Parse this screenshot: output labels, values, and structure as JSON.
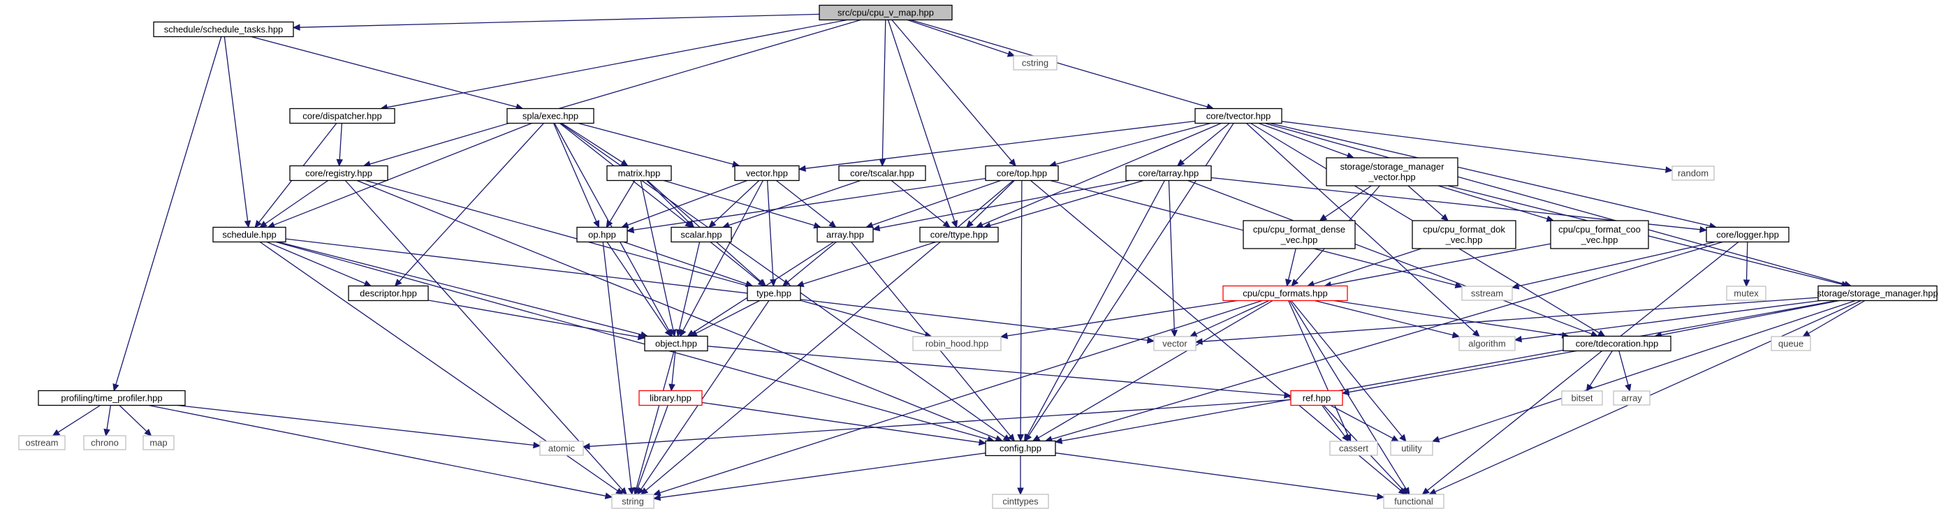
{
  "graph": {
    "nodes": [
      {
        "id": "root",
        "label": "src/cpu/cpu_v_map.hpp",
        "kind": "root"
      },
      {
        "id": "schedule_tasks",
        "label": "schedule/schedule_tasks.hpp",
        "kind": "header"
      },
      {
        "id": "cstring",
        "label": "cstring",
        "kind": "system"
      },
      {
        "id": "tvector",
        "label": "core/tvector.hpp",
        "kind": "header"
      },
      {
        "id": "dispatcher",
        "label": "core/dispatcher.hpp",
        "kind": "header"
      },
      {
        "id": "exec",
        "label": "spla/exec.hpp",
        "kind": "header"
      },
      {
        "id": "registry",
        "label": "core/registry.hpp",
        "kind": "header"
      },
      {
        "id": "matrix",
        "label": "matrix.hpp",
        "kind": "header"
      },
      {
        "id": "vector_hpp",
        "label": "vector.hpp",
        "kind": "header"
      },
      {
        "id": "tscalar",
        "label": "core/tscalar.hpp",
        "kind": "header"
      },
      {
        "id": "top",
        "label": "core/top.hpp",
        "kind": "header"
      },
      {
        "id": "tarray",
        "label": "core/tarray.hpp",
        "kind": "header"
      },
      {
        "id": "storage_manager_vector",
        "label": "storage/storage_manager\n_vector.hpp",
        "kind": "header"
      },
      {
        "id": "random",
        "label": "random",
        "kind": "system"
      },
      {
        "id": "schedule",
        "label": "schedule.hpp",
        "kind": "header"
      },
      {
        "id": "op",
        "label": "op.hpp",
        "kind": "header"
      },
      {
        "id": "scalar",
        "label": "scalar.hpp",
        "kind": "header"
      },
      {
        "id": "array",
        "label": "array.hpp",
        "kind": "header"
      },
      {
        "id": "ttype",
        "label": "core/ttype.hpp",
        "kind": "header"
      },
      {
        "id": "dense_vec",
        "label": "cpu/cpu_format_dense\n_vec.hpp",
        "kind": "header"
      },
      {
        "id": "dok_vec",
        "label": "cpu/cpu_format_dok\n_vec.hpp",
        "kind": "header"
      },
      {
        "id": "coo_vec",
        "label": "cpu/cpu_format_coo\n_vec.hpp",
        "kind": "header"
      },
      {
        "id": "logger",
        "label": "core/logger.hpp",
        "kind": "header"
      },
      {
        "id": "descriptor",
        "label": "descriptor.hpp",
        "kind": "header"
      },
      {
        "id": "type",
        "label": "type.hpp",
        "kind": "header"
      },
      {
        "id": "cpu_formats",
        "label": "cpu/cpu_formats.hpp",
        "kind": "red"
      },
      {
        "id": "sstream",
        "label": "sstream",
        "kind": "system"
      },
      {
        "id": "mutex",
        "label": "mutex",
        "kind": "system"
      },
      {
        "id": "storage_manager",
        "label": "storage/storage_manager.hpp",
        "kind": "header"
      },
      {
        "id": "object",
        "label": "object.hpp",
        "kind": "header"
      },
      {
        "id": "robin_hood",
        "label": "robin_hood.hpp",
        "kind": "system"
      },
      {
        "id": "vector_sys",
        "label": "vector",
        "kind": "system"
      },
      {
        "id": "algorithm",
        "label": "algorithm",
        "kind": "system"
      },
      {
        "id": "tdecoration",
        "label": "core/tdecoration.hpp",
        "kind": "header"
      },
      {
        "id": "queue",
        "label": "queue",
        "kind": "system"
      },
      {
        "id": "time_profiler",
        "label": "profiling/time_profiler.hpp",
        "kind": "header"
      },
      {
        "id": "library",
        "label": "library.hpp",
        "kind": "red"
      },
      {
        "id": "ref",
        "label": "ref.hpp",
        "kind": "red"
      },
      {
        "id": "bitset",
        "label": "bitset",
        "kind": "system"
      },
      {
        "id": "array_sys",
        "label": "array",
        "kind": "system"
      },
      {
        "id": "ostream",
        "label": "ostream",
        "kind": "system"
      },
      {
        "id": "chrono",
        "label": "chrono",
        "kind": "system"
      },
      {
        "id": "map",
        "label": "map",
        "kind": "system"
      },
      {
        "id": "atomic",
        "label": "atomic",
        "kind": "system"
      },
      {
        "id": "config",
        "label": "config.hpp",
        "kind": "header"
      },
      {
        "id": "cassert",
        "label": "cassert",
        "kind": "system"
      },
      {
        "id": "utility",
        "label": "utility",
        "kind": "system"
      },
      {
        "id": "string",
        "label": "string",
        "kind": "system"
      },
      {
        "id": "cinttypes",
        "label": "cinttypes",
        "kind": "system"
      },
      {
        "id": "functional",
        "label": "functional",
        "kind": "system"
      }
    ],
    "edges": [
      [
        "root",
        "schedule_tasks"
      ],
      [
        "root",
        "cstring"
      ],
      [
        "root",
        "tvector"
      ],
      [
        "root",
        "dispatcher"
      ],
      [
        "root",
        "registry"
      ],
      [
        "root",
        "tscalar"
      ],
      [
        "root",
        "ttype"
      ],
      [
        "root",
        "top"
      ],
      [
        "schedule_tasks",
        "exec"
      ],
      [
        "schedule_tasks",
        "schedule"
      ],
      [
        "schedule_tasks",
        "time_profiler"
      ],
      [
        "dispatcher",
        "registry"
      ],
      [
        "dispatcher",
        "schedule"
      ],
      [
        "exec",
        "schedule"
      ],
      [
        "exec",
        "matrix"
      ],
      [
        "exec",
        "vector_hpp"
      ],
      [
        "exec",
        "op"
      ],
      [
        "exec",
        "scalar"
      ],
      [
        "exec",
        "object"
      ],
      [
        "exec",
        "descriptor"
      ],
      [
        "exec",
        "config"
      ],
      [
        "registry",
        "schedule"
      ],
      [
        "registry",
        "string"
      ],
      [
        "registry",
        "robin_hood"
      ],
      [
        "registry",
        "config"
      ],
      [
        "matrix",
        "op"
      ],
      [
        "matrix",
        "scalar"
      ],
      [
        "matrix",
        "array"
      ],
      [
        "matrix",
        "type"
      ],
      [
        "matrix",
        "object"
      ],
      [
        "vector_hpp",
        "op"
      ],
      [
        "vector_hpp",
        "scalar"
      ],
      [
        "vector_hpp",
        "array"
      ],
      [
        "vector_hpp",
        "type"
      ],
      [
        "vector_hpp",
        "object"
      ],
      [
        "tscalar",
        "scalar"
      ],
      [
        "tscalar",
        "ttype"
      ],
      [
        "tvector",
        "vector_hpp"
      ],
      [
        "tvector",
        "top"
      ],
      [
        "tvector",
        "tarray"
      ],
      [
        "tvector",
        "storage_manager_vector"
      ],
      [
        "tvector",
        "random"
      ],
      [
        "tvector",
        "logger"
      ],
      [
        "tvector",
        "storage_manager"
      ],
      [
        "tvector",
        "tdecoration"
      ],
      [
        "tvector",
        "ttype"
      ],
      [
        "tvector",
        "algorithm"
      ],
      [
        "tvector",
        "config"
      ],
      [
        "top",
        "op"
      ],
      [
        "top",
        "ttype"
      ],
      [
        "top",
        "array"
      ],
      [
        "top",
        "config"
      ],
      [
        "top",
        "string"
      ],
      [
        "top",
        "functional"
      ],
      [
        "top",
        "sstream"
      ],
      [
        "tarray",
        "array"
      ],
      [
        "tarray",
        "ttype"
      ],
      [
        "tarray",
        "logger"
      ],
      [
        "tarray",
        "vector_sys"
      ],
      [
        "tarray",
        "tdecoration"
      ],
      [
        "tarray",
        "config"
      ],
      [
        "storage_manager_vector",
        "dense_vec"
      ],
      [
        "storage_manager_vector",
        "dok_vec"
      ],
      [
        "storage_manager_vector",
        "coo_vec"
      ],
      [
        "storage_manager_vector",
        "cpu_formats"
      ],
      [
        "storage_manager_vector",
        "storage_manager"
      ],
      [
        "schedule",
        "descriptor"
      ],
      [
        "schedule",
        "object"
      ],
      [
        "schedule",
        "vector_sys"
      ],
      [
        "schedule",
        "string"
      ],
      [
        "schedule",
        "config"
      ],
      [
        "op",
        "object"
      ],
      [
        "op",
        "type"
      ],
      [
        "op",
        "string"
      ],
      [
        "scalar",
        "type"
      ],
      [
        "scalar",
        "object"
      ],
      [
        "array",
        "type"
      ],
      [
        "array",
        "object"
      ],
      [
        "array",
        "config"
      ],
      [
        "ttype",
        "type"
      ],
      [
        "dense_vec",
        "cpu_formats"
      ],
      [
        "dok_vec",
        "cpu_formats"
      ],
      [
        "coo_vec",
        "cpu_formats"
      ],
      [
        "logger",
        "sstream"
      ],
      [
        "logger",
        "mutex"
      ],
      [
        "logger",
        "config"
      ],
      [
        "logger",
        "functional"
      ],
      [
        "descriptor",
        "object"
      ],
      [
        "type",
        "object"
      ],
      [
        "type",
        "string"
      ],
      [
        "cpu_formats",
        "robin_hood"
      ],
      [
        "cpu_formats",
        "vector_sys"
      ],
      [
        "cpu_formats",
        "algorithm"
      ],
      [
        "cpu_formats",
        "tdecoration"
      ],
      [
        "cpu_formats",
        "config"
      ],
      [
        "cpu_formats",
        "cassert"
      ],
      [
        "cpu_formats",
        "utility"
      ],
      [
        "cpu_formats",
        "string"
      ],
      [
        "cpu_formats",
        "functional"
      ],
      [
        "storage_manager",
        "vector_sys"
      ],
      [
        "storage_manager",
        "algorithm"
      ],
      [
        "storage_manager",
        "tdecoration"
      ],
      [
        "storage_manager",
        "queue"
      ],
      [
        "storage_manager",
        "utility"
      ],
      [
        "storage_manager",
        "config"
      ],
      [
        "storage_manager",
        "functional"
      ],
      [
        "object",
        "library"
      ],
      [
        "object",
        "ref"
      ],
      [
        "object",
        "string"
      ],
      [
        "tdecoration",
        "ref"
      ],
      [
        "tdecoration",
        "bitset"
      ],
      [
        "tdecoration",
        "array_sys"
      ],
      [
        "time_profiler",
        "ostream"
      ],
      [
        "time_profiler",
        "chrono"
      ],
      [
        "time_profiler",
        "map"
      ],
      [
        "time_profiler",
        "atomic"
      ],
      [
        "time_profiler",
        "string"
      ],
      [
        "library",
        "config"
      ],
      [
        "library",
        "string"
      ],
      [
        "ref",
        "atomic"
      ],
      [
        "ref",
        "cassert"
      ],
      [
        "ref",
        "utility"
      ],
      [
        "ref",
        "functional"
      ],
      [
        "config",
        "string"
      ],
      [
        "config",
        "cinttypes"
      ],
      [
        "config",
        "functional"
      ]
    ]
  }
}
